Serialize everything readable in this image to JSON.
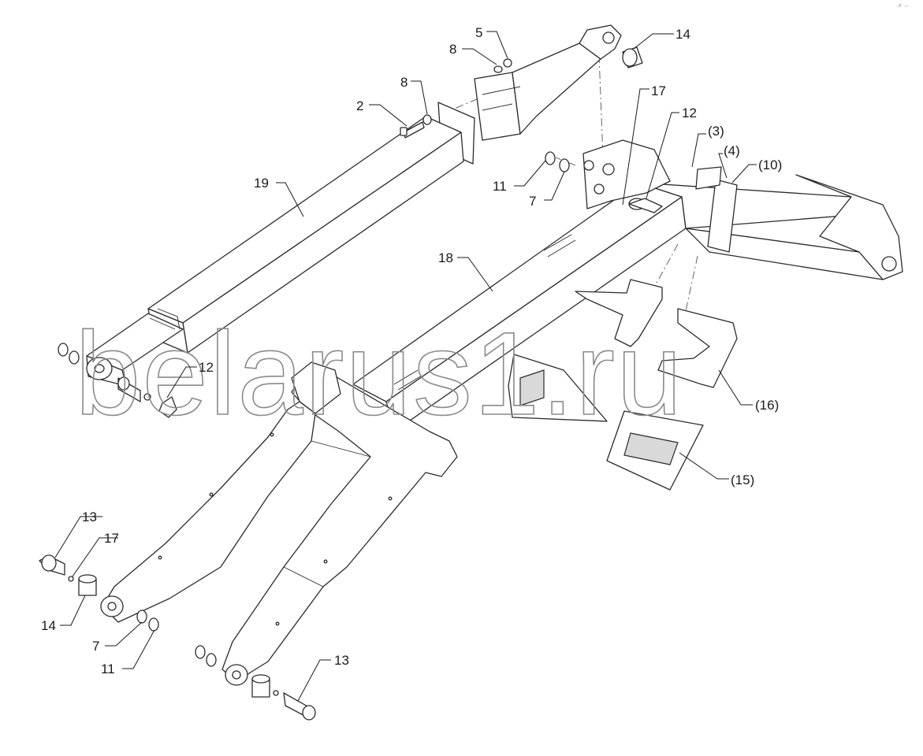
{
  "corner_mark": "-º ···",
  "watermark": "belarus1.ru",
  "callouts": {
    "c2": "2",
    "c3": "(3)",
    "c4": "(4)",
    "c5": "5",
    "c7a": "7",
    "c7b": "7",
    "c8a": "8",
    "c8b": "8",
    "c10": "(10)",
    "c11a": "11",
    "c11b": "11",
    "c12a": "12",
    "c12b": "12",
    "c13a": "13",
    "c13b": "13",
    "c14a": "14",
    "c14b": "14",
    "c15": "(15)",
    "c16": "(16)",
    "c17a": "17",
    "c17b": "17",
    "c18": "18",
    "c19": "19"
  }
}
